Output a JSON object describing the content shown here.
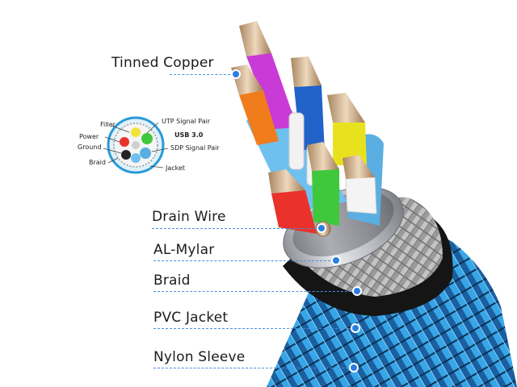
{
  "layer_labels": [
    {
      "id": "tinned-copper",
      "text": "Tinned Copper"
    },
    {
      "id": "drain-wire",
      "text": "Drain Wire"
    },
    {
      "id": "al-mylar",
      "text": "AL-Mylar"
    },
    {
      "id": "braid",
      "text": "Braid"
    },
    {
      "id": "pvc-jacket",
      "text": "PVC Jacket"
    },
    {
      "id": "nylon-sleeve",
      "text": "Nylon Sleeve"
    }
  ],
  "cross_section": {
    "title": "USB 3.0",
    "labels": {
      "filler": "Filler",
      "power": "Power",
      "ground": "Ground",
      "braid": "Braid",
      "utp": "UTP Signal Pair",
      "sdp": "SDP Signal Pair",
      "jacket": "Jacket"
    }
  },
  "wire_colors": {
    "magenta": "#c93bd6",
    "orange": "#f07c1c",
    "blue": "#2163c9",
    "yellow": "#e8e21e",
    "green": "#3fc83c",
    "red": "#e9322b",
    "white": "#f2f2f2",
    "light_blue": "#6ec0ee",
    "copper": "#c9a27a",
    "foil": "#c6c8cc",
    "jacket": "#151515",
    "sleeve": "#2f93d8",
    "leader": "#2a7de1"
  }
}
